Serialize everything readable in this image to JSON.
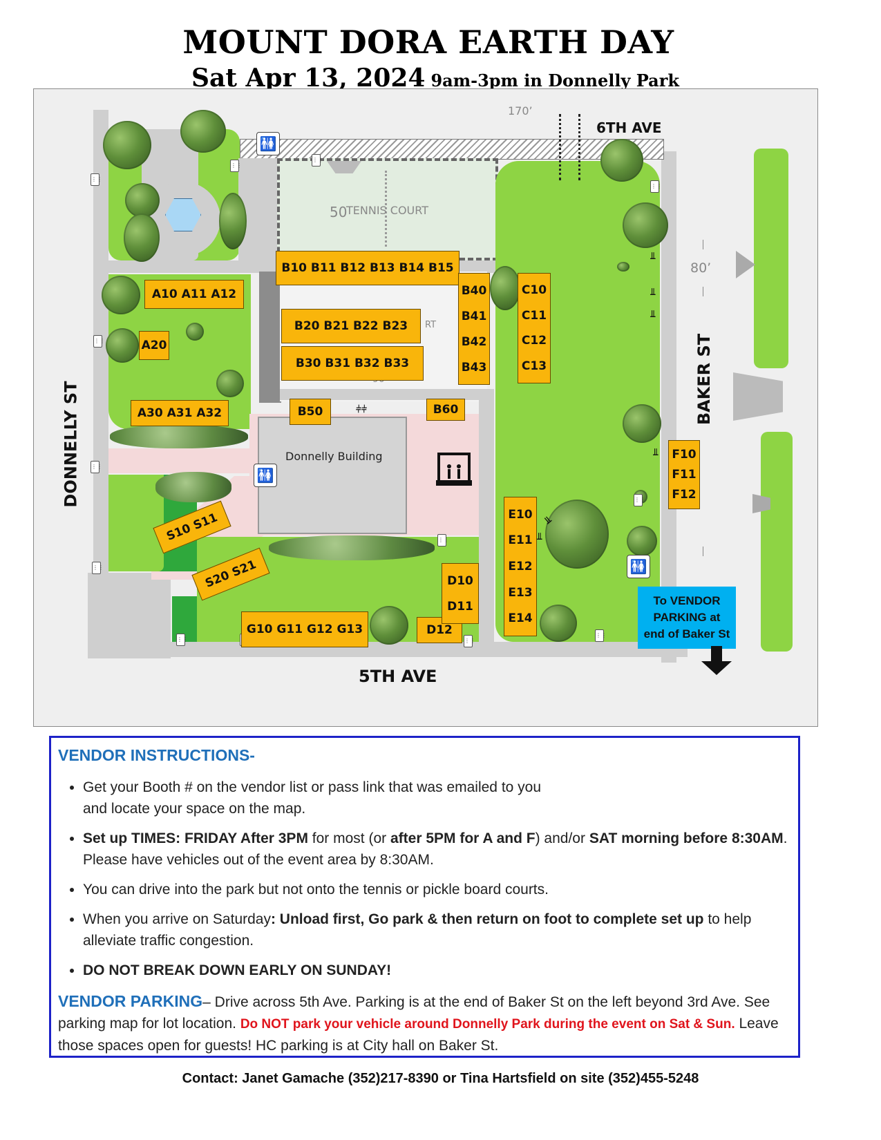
{
  "header": {
    "title": "MOUNT DORA EARTH DAY",
    "date": "Sat Apr 13, 2024",
    "time_place": "9am-3pm in Donnelly Park"
  },
  "map": {
    "streets": {
      "north": "6TH AVE",
      "south": "5TH AVE",
      "west": "DONNELLY ST",
      "east": "BAKER ST"
    },
    "dimensions": {
      "top": "170’",
      "tennis": "50",
      "east": "80’",
      "court": "90"
    },
    "labels": {
      "tennis_court": "TENNIS COURT",
      "court_ghost": "RT",
      "building": "Donnelly Building",
      "vendor_parking": "To VENDOR PARKING at end of Baker St"
    },
    "booths": {
      "b_top": "B10 B11  B12  B13  B14  B15",
      "a10_12": "A10   A11  A12",
      "a20": "A20",
      "a30_32": "A30  A31  A32",
      "b20_23": "B20  B21  B22  B23",
      "b30_33": "B30  B31  B32  B33",
      "b50": "B50",
      "b60": "B60",
      "s10_11": "S10  S11",
      "s20_21": "S20  S21",
      "g10_13": "G10  G11  G12  G13",
      "d12": "D12",
      "b40": "B40",
      "b41": "B41",
      "b42": "B42",
      "b43": "B43",
      "c10": "C10",
      "c11": "C11",
      "c12": "C12",
      "c13": "C13",
      "d10": "D10",
      "d11": "D11",
      "e10": "E10",
      "e11": "E11",
      "e12": "E12",
      "e13": "E13",
      "e14": "E14",
      "f10": "F10",
      "f11": "F11",
      "f12": "F12"
    },
    "icons": [
      "restroom-icon",
      "outlet-icon",
      "stage-icon",
      "bench-icon",
      "down-arrow-icon"
    ],
    "colors": {
      "grass": "#8ed444",
      "booth": "#f9b50b",
      "walkway": "#cfcfcf",
      "plaza": "#f4d9da",
      "parking_box": "#00b0f0"
    }
  },
  "instructions": {
    "heading": "VENDOR INSTRUCTIONS-",
    "items": [
      {
        "line1": "Get your Booth # on the vendor list or pass link that was emailed to you",
        "line2": "and locate your space on the map."
      },
      {
        "bold1": "Set up TIMES:  FRIDAY After 3PM",
        "text1": " for most (or ",
        "bold2": "after 5PM for A and F",
        "text2": ") and/or ",
        "bold3": "SAT morning before 8:30AM",
        "text3": ". Please have vehicles out of the event area by 8:30AM."
      },
      {
        "text": "You can drive into the park but not onto the tennis or pickle board courts."
      },
      {
        "text1": "When you arrive on Saturday",
        "bold1": ": Unload first, Go park & then return on foot to complete set up",
        "text2": " to help alleviate traffic congestion."
      },
      {
        "bold": "DO NOT BREAK DOWN EARLY ON SUNDAY!"
      }
    ],
    "parking_heading": "VENDOR PARKING",
    "parking_text1": "– Drive across 5th Ave. Parking is at the end of Baker St on the left beyond 3rd Ave. See parking map for lot location. ",
    "parking_red": "Do NOT park your vehicle around Donnelly Park during the event on Sat & Sun.",
    "parking_text2": " Leave those spaces open for guests!   HC parking is at City hall on Baker St."
  },
  "contact": "Contact: Janet Gamache (352)217-8390 or Tina Hartsfield on site (352)455-5248"
}
